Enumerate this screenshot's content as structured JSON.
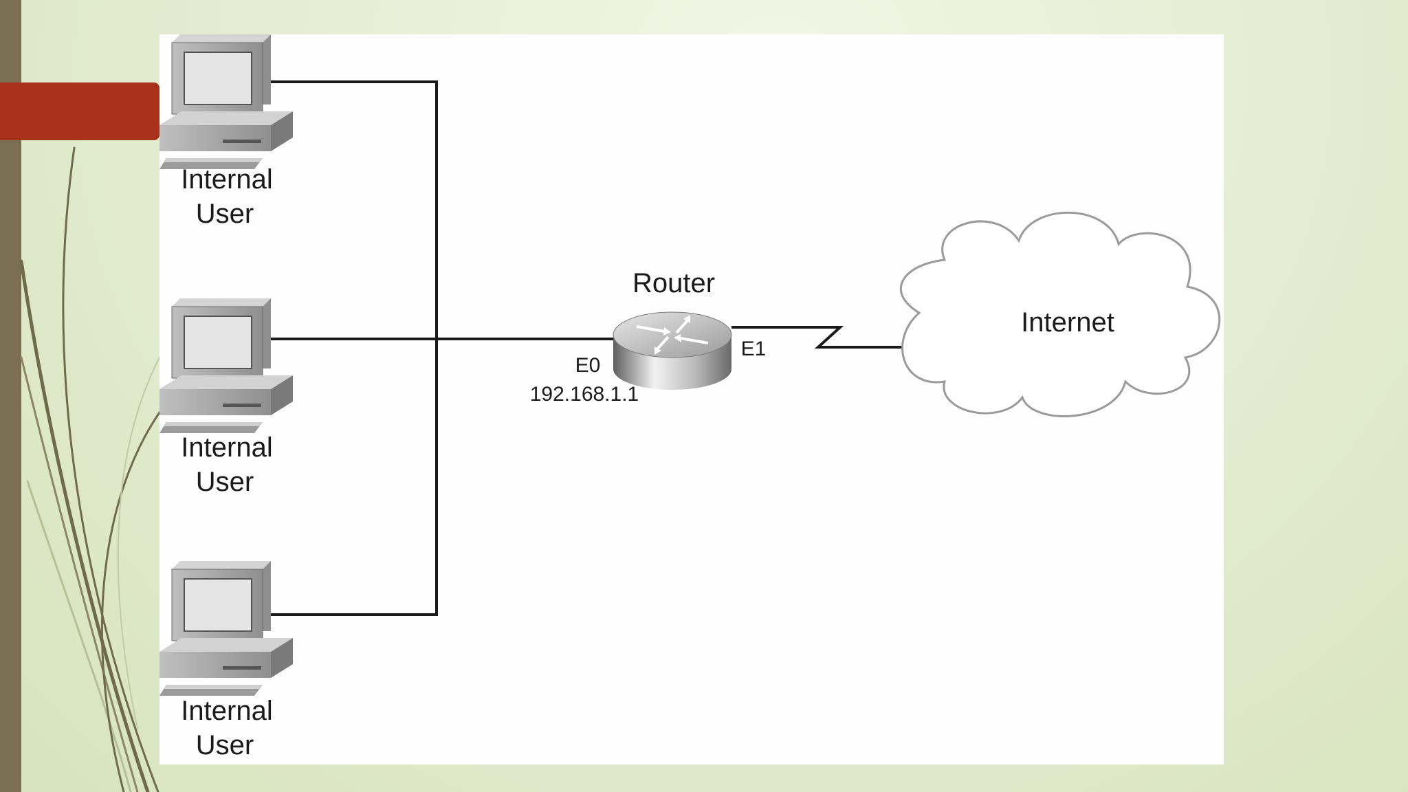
{
  "diagram": {
    "users": [
      {
        "line1": "Internal",
        "line2": "User"
      },
      {
        "line1": "Internal",
        "line2": "User"
      },
      {
        "line1": "Internal",
        "line2": "User"
      }
    ],
    "router": {
      "title": "Router",
      "interface_lan": "E0",
      "interface_lan_ip": "192.168.1.1",
      "interface_wan": "E1"
    },
    "cloud": {
      "label": "Internet"
    }
  },
  "colors": {
    "accent_tab": "#a8321a",
    "left_bar": "#7a6f52",
    "background": "#e5edd3",
    "line": "#1a1a1a"
  }
}
